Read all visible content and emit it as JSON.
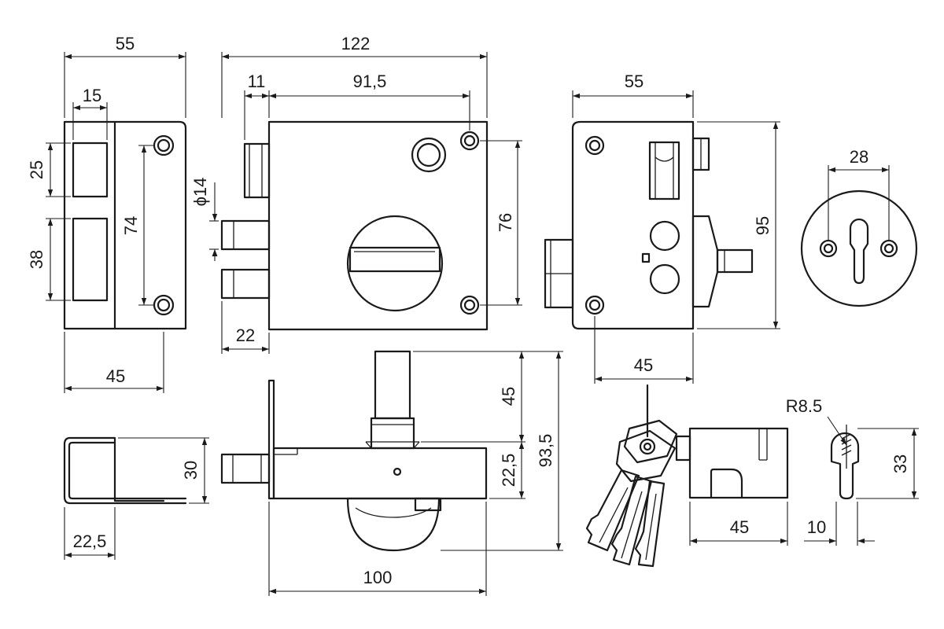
{
  "dimensions": {
    "strike_width": "55",
    "strike_slot_width": "15",
    "strike_slot_upper": "25",
    "strike_slot_lower": "38",
    "strike_hole_spacing": "74",
    "strike_offset": "45",
    "lock_width": "122",
    "lock_bolt_offset": "11",
    "lock_hole_spacing_h": "91,5",
    "lock_bolt_diameter": "ϕ14",
    "lock_hole_spacing_v": "76",
    "lock_bolt_projection": "22",
    "side_depth": "55",
    "side_height": "95",
    "side_offset": "45",
    "escutcheon_hole_spacing": "28",
    "angle_depth": "22,5",
    "angle_height": "30",
    "bottom_width": "100",
    "bottom_knob_height": "45",
    "bottom_body_height": "22,5",
    "bottom_total_height": "93,5",
    "cylinder_length": "45",
    "cylinder_width": "10",
    "cylinder_radius": "R8.5",
    "cylinder_height": "33"
  }
}
